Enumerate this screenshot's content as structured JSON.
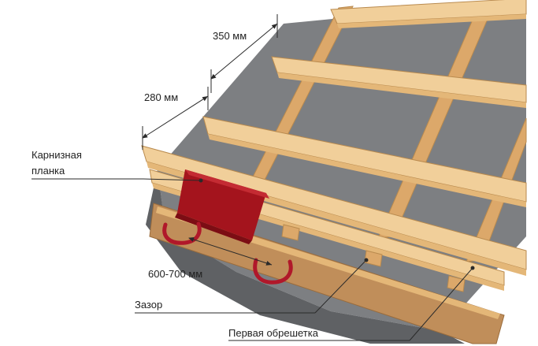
{
  "labels": {
    "dim_350": "350 мм",
    "dim_280": "280 мм",
    "eaves_plank_line1": "Карнизная",
    "eaves_plank_line2": "планка",
    "dim_600_700": "600-700 мм",
    "gap": "Зазор",
    "first_battens": "Первая обрешетка"
  },
  "colors": {
    "membrane": "#7d7f82",
    "membrane_dark": "#5f6164",
    "wood_light": "#f1cf9a",
    "wood_mid": "#e4b778",
    "wood_edge": "#b98a4e",
    "counter_batten": "#dca86a",
    "rafter": "#c08e5a",
    "eaves_plank": "#a4141d",
    "eaves_plank_dark": "#7c0d14",
    "gutter_hook": "#b0182a",
    "leader": "#2a2a2a"
  },
  "icons": {
    "gutter_hook": "hook-icon"
  }
}
